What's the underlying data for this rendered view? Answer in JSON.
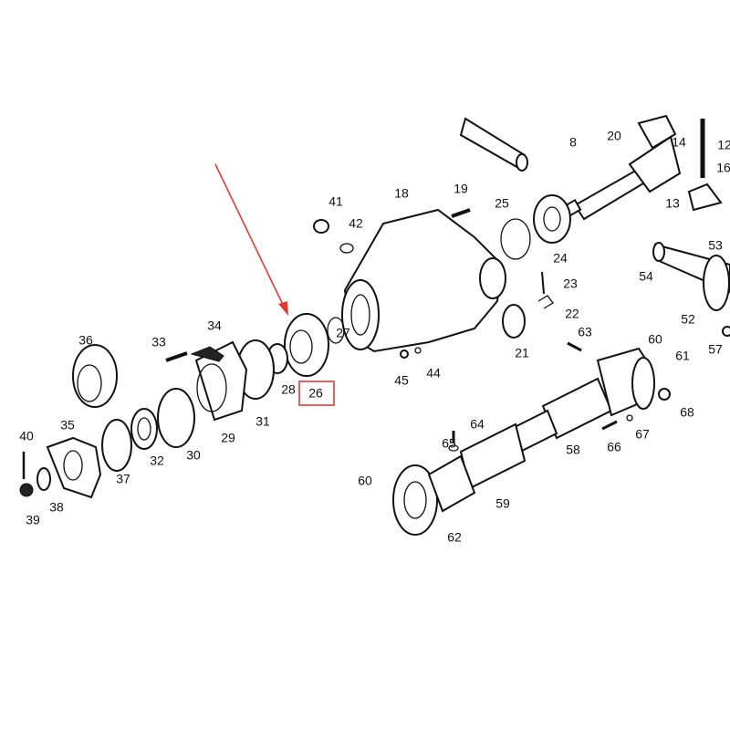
{
  "diagram": {
    "type": "exploded parts diagram",
    "highlight": {
      "part": "26",
      "color": "#e53935"
    },
    "labels": {
      "p8": "8",
      "p12": "12",
      "p13": "13",
      "p14": "14",
      "p16": "16",
      "p18": "18",
      "p19": "19",
      "p20": "20",
      "p21": "21",
      "p22": "22",
      "p23": "23",
      "p24": "24",
      "p25": "25",
      "p26": "26",
      "p27": "27",
      "p28": "28",
      "p29": "29",
      "p30": "30",
      "p31": "31",
      "p32": "32",
      "p33": "33",
      "p34": "34",
      "p35": "35",
      "p36": "36",
      "p37": "37",
      "p38": "38",
      "p39": "39",
      "p40": "40",
      "p41": "41",
      "p42": "42",
      "p44": "44",
      "p45": "45",
      "p52": "52",
      "p53": "53",
      "p54": "54",
      "p57": "57",
      "p58": "58",
      "p59": "59",
      "p60a": "60",
      "p60b": "60",
      "p61": "61",
      "p62": "62",
      "p63": "63",
      "p64": "64",
      "p65": "65",
      "p66": "66",
      "p67": "67",
      "p68": "68"
    }
  }
}
